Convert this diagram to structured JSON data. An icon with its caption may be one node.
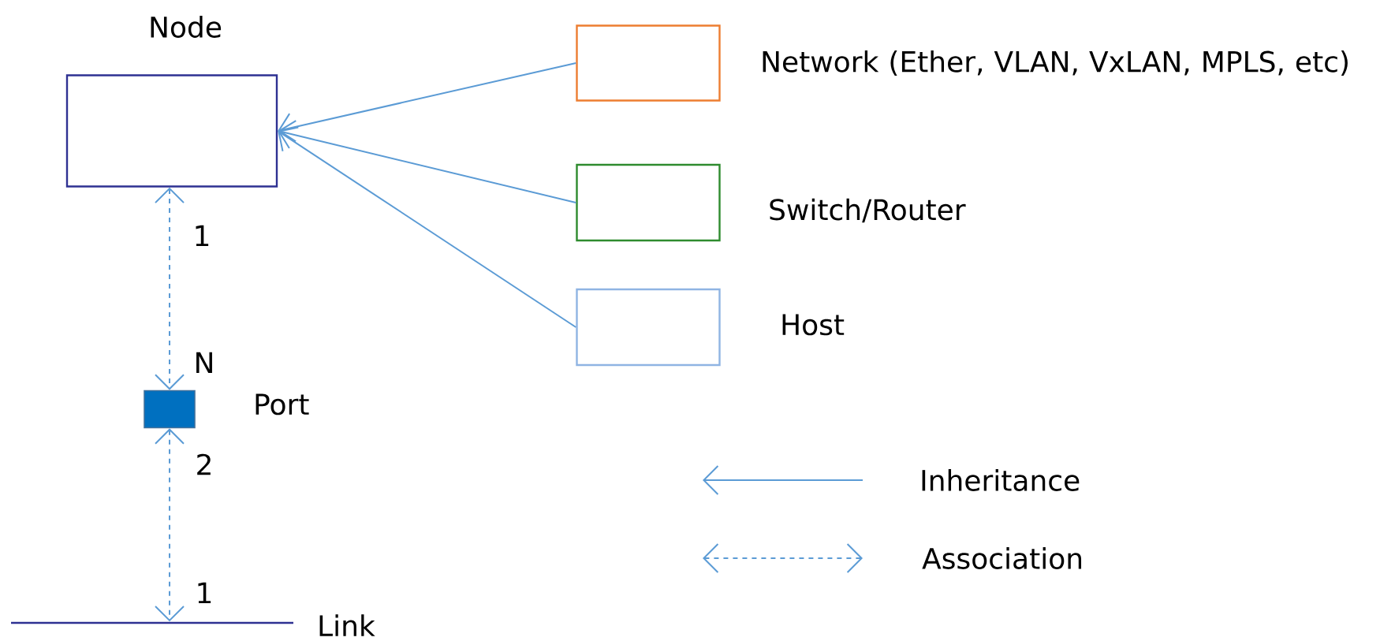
{
  "diagram": {
    "nodes": [
      {
        "text": [
          "Node"
        ]
      },
      {
        "text": [],
        "shape": "box",
        "beside": [
          "Network (Ether, VLAN, VxLAN, MPLS, etc)"
        ]
      },
      {
        "text": [],
        "shape": "box",
        "beside": [
          "Switch/Router"
        ]
      },
      {
        "text": [],
        "shape": "box",
        "beside": [
          "Host"
        ]
      },
      {
        "text": [],
        "shape": "box",
        "beside": [
          "Port"
        ]
      },
      {
        "text": [],
        "shape": "line",
        "beside": [
          "Link"
        ]
      }
    ],
    "edges": [
      {
        "from": 1,
        "to": 0,
        "arrow": "to"
      },
      {
        "from": 2,
        "to": 0,
        "arrow": "to"
      },
      {
        "from": 3,
        "to": 0,
        "arrow": "to"
      },
      {
        "from": 0,
        "to": 4,
        "arrow": "both",
        "style": "dashed"
      },
      {
        "from": 4,
        "to": 5,
        "arrow": "both",
        "style": "dashed"
      }
    ],
    "labels": [
      "1",
      "N",
      "2",
      "1"
    ],
    "legend": [
      {
        "text": "Inheritance"
      },
      {
        "text": "Association"
      }
    ]
  }
}
